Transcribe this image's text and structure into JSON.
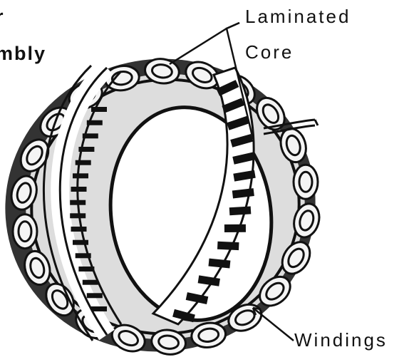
{
  "title": {
    "line1": "r",
    "line2": "mbly"
  },
  "labels": {
    "core_line1": "Laminated",
    "core_line2": "Core",
    "windings": "Windings"
  },
  "colors": {
    "ink": "#111111",
    "background": "#ffffff"
  }
}
